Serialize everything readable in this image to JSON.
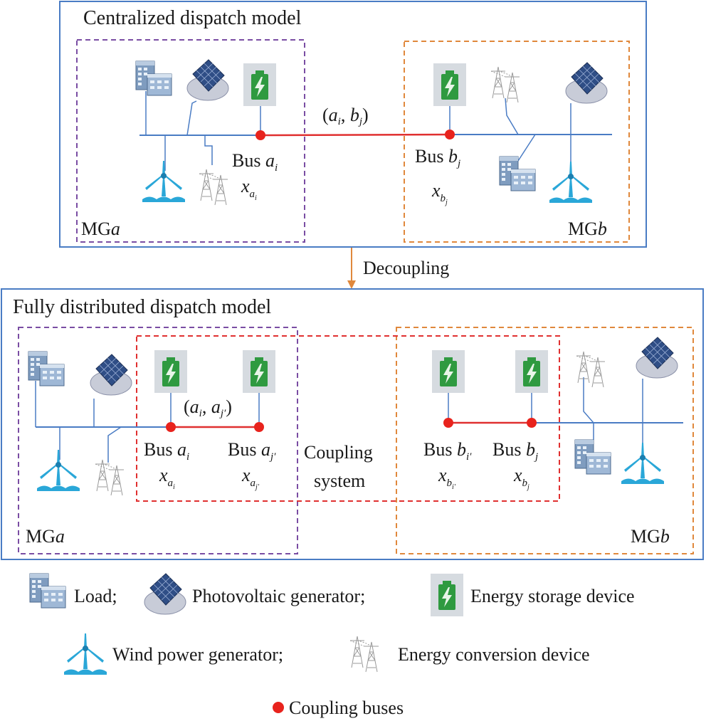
{
  "colors": {
    "panel_border": "#4a7cc4",
    "bus_line": "#4a7cc4",
    "mg_a_border": "#7a4da3",
    "mg_b_border": "#e0883c",
    "coupling_border": "#e03030",
    "coupling_line": "#e03030",
    "coupling_bus": "#e8231d",
    "arrow": "#e0883c",
    "storage_bg": "#d6dbe0",
    "storage_battery": "#2f9a40",
    "wind": "#2aa7d8",
    "pv_panel": "#2f4e86",
    "pv_base": "#c8ccd8",
    "building": "#7f9cbf",
    "tower": "#9a9a9a"
  },
  "top_panel": {
    "title": "Centralized dispatch model",
    "mg_a_label": {
      "prefix": "MG",
      "var": "a"
    },
    "mg_b_label": {
      "prefix": "MG",
      "var": "b"
    },
    "tie_line_label": {
      "open": "(",
      "v1": "a",
      "s1": "i",
      "comma": ", ",
      "v2": "b",
      "s2": "j",
      "close": ")"
    },
    "bus_a": {
      "prefix": "Bus ",
      "var": "a",
      "sub": "i",
      "x_var": "x",
      "x_sub_var": "a",
      "x_sub_sub": "i"
    },
    "bus_b": {
      "prefix": "Bus ",
      "var": "b",
      "sub": "j",
      "x_var": "x",
      "x_sub_var": "b",
      "x_sub_sub": "j"
    }
  },
  "arrow_label": "Decoupling",
  "bottom_panel": {
    "title": "Fully distributed dispatch model",
    "mg_a_label": {
      "prefix": "MG",
      "var": "a"
    },
    "mg_b_label": {
      "prefix": "MG",
      "var": "b"
    },
    "coupling_label_line1": "Coupling",
    "coupling_label_line2": "system",
    "tie_line_label": {
      "open": "(",
      "v1": "a",
      "s1": "i",
      "comma": ", ",
      "v2": "a",
      "s2": "j′",
      "close": ")"
    },
    "bus_ai": {
      "prefix": "Bus ",
      "var": "a",
      "sub": "i",
      "x_var": "x",
      "x_sub_var": "a",
      "x_sub_sub": "i"
    },
    "bus_aj": {
      "prefix": "Bus ",
      "var": "a",
      "sub": "j′",
      "x_var": "x",
      "x_sub_var": "a",
      "x_sub_sub": "j′"
    },
    "bus_bi": {
      "prefix": "Bus ",
      "var": "b",
      "sub": "i′",
      "x_var": "x",
      "x_sub_var": "b",
      "x_sub_sub": "i′"
    },
    "bus_bj": {
      "prefix": "Bus ",
      "var": "b",
      "sub": "j",
      "x_var": "x",
      "x_sub_var": "b",
      "x_sub_sub": "j"
    }
  },
  "legend": {
    "load": "Load;",
    "pv": "Photovoltaic generator;",
    "storage": "Energy storage device",
    "wind": "Wind power generator;",
    "conversion": "Energy conversion device",
    "coupling_buses": "Coupling buses"
  }
}
